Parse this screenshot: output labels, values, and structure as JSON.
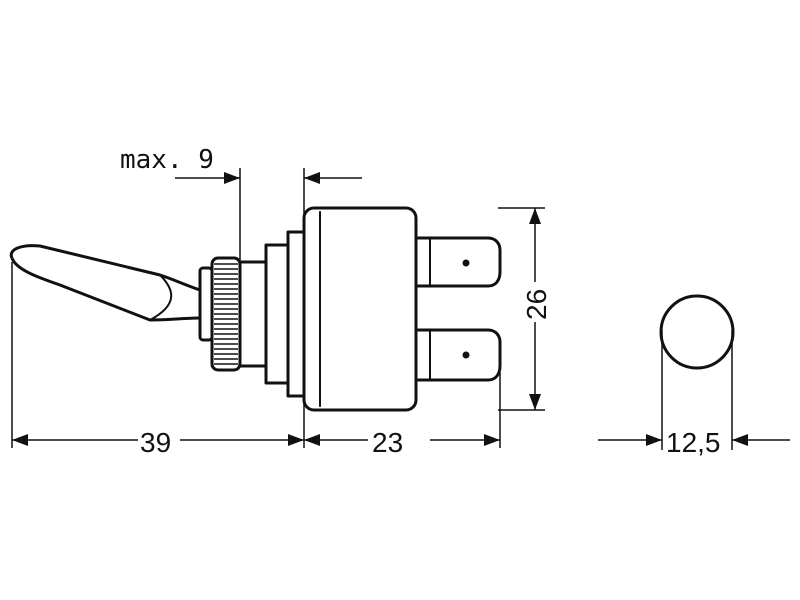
{
  "dimensions": {
    "bushing_thread": "max. 9",
    "overall_length": "39",
    "body_length": "23",
    "body_height": "26",
    "lever_diameter": "12,5"
  }
}
